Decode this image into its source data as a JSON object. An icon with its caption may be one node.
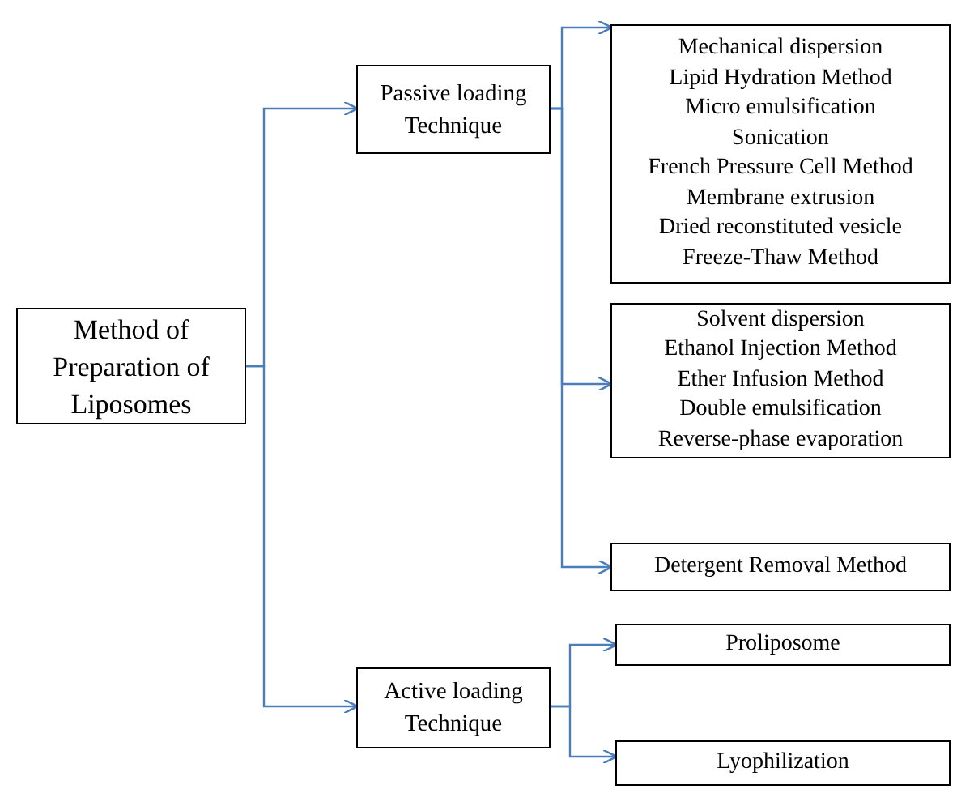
{
  "diagram": {
    "nodes": [
      {
        "text": [
          "Method of Preparation of Liposomes"
        ]
      },
      {
        "text": [
          "Passive loading Technique"
        ]
      },
      {
        "text": [
          "Mechanical dispersion",
          "Lipid Hydration Method",
          "Micro emulsification",
          "Sonication",
          "French Pressure Cell Method",
          "Membrane extrusion",
          "Dried reconstituted vesicle",
          "Freeze-Thaw Method"
        ]
      },
      {
        "text": [
          "Solvent dispersion",
          "Ethanol Injection Method",
          "Ether Infusion Method",
          "Double emulsification",
          "Reverse-phase evaporation"
        ]
      },
      {
        "text": [
          "Detergent Removal Method"
        ]
      },
      {
        "text": [
          "Active loading Technique"
        ]
      },
      {
        "text": [
          "Proliposome"
        ]
      },
      {
        "text": [
          "Lyophilization"
        ]
      }
    ],
    "edges": [
      {
        "from": 0,
        "to": 1,
        "arrow": "to"
      },
      {
        "from": 0,
        "to": 5,
        "arrow": "to"
      },
      {
        "from": 1,
        "to": 2,
        "arrow": "to"
      },
      {
        "from": 1,
        "to": 3,
        "arrow": "to"
      },
      {
        "from": 1,
        "to": 4,
        "arrow": "to"
      },
      {
        "from": 5,
        "to": 6,
        "arrow": "to"
      },
      {
        "from": 5,
        "to": 7,
        "arrow": "to"
      }
    ]
  }
}
